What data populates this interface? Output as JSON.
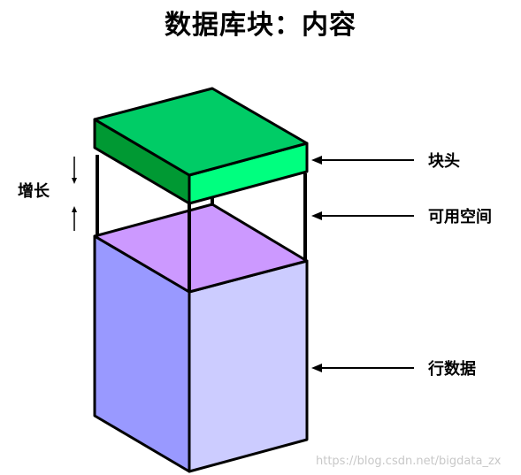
{
  "title": "数据库块：内容",
  "labels": {
    "block_header": "块头",
    "free_space": "可用空间",
    "row_data": "行数据",
    "growth": "增长"
  },
  "watermark": "https://blog.csdn.net/bigdata_zx",
  "colors": {
    "header_top": "#00cc66",
    "header_front": "#00ff7f",
    "header_left": "#009933",
    "free_space_top": "#cc99ff",
    "row_front": "#ccccff",
    "row_left": "#9999ff",
    "outline": "#000000"
  }
}
